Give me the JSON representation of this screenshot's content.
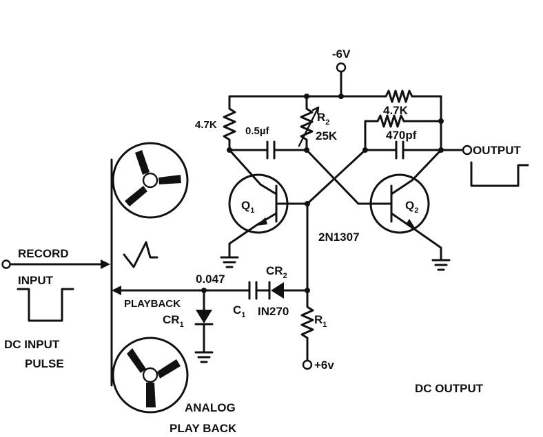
{
  "labels": {
    "supply_neg": "-6V",
    "supply_pos": "+6v",
    "r_left": "4.7K",
    "cap_top": "0.5µf",
    "r2_name": "R",
    "r2_sub": "2",
    "r2_value": "25K",
    "r_right": "4.7K",
    "cap_right": "470pf",
    "output": "OUTPUT",
    "q1_name": "Q",
    "q1_sub": "1",
    "q2_name": "Q",
    "q2_sub": "2",
    "transistor": "2N1307",
    "record": "RECORD",
    "input": "INPUT",
    "playback": "PLAYBACK",
    "c1_value": "0.047",
    "c1_name": "C",
    "c1_sub": "1",
    "cr2_name": "CR",
    "cr2_sub": "2",
    "cr2_part": "IN270",
    "cr1_name": "CR",
    "cr1_sub": "1",
    "r1_name": "R",
    "r1_sub": "1",
    "dc_input_line1": "DC INPUT",
    "dc_input_line2": "PULSE",
    "analog_line1": "ANALOG",
    "analog_line2": "PLAY BACK",
    "dc_output": "DC OUTPUT"
  }
}
